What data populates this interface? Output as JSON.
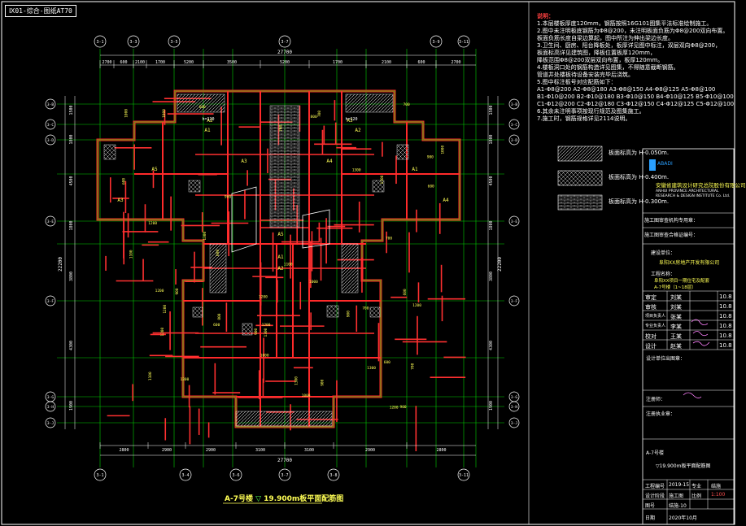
{
  "tag": "Ⅸ01-综合-图纸AT70",
  "notes": {
    "heading": "说明：",
    "lines": [
      "1.本层楼板厚度120mm，钢筋按照16G101图集平法标准绘制施工。",
      "2.图中未注明板底钢筋为Φ8@200，未注明板面负筋为Φ8@200双向布置。",
      "  板面负筋长度自梁边算起，图中所注为伸出梁边长度。",
      "3.卫生间、厨房、阳台降板处，板厚详见图中标注，双层双向Φ8@200，",
      "  板面标高详见建筑图，降板位置板厚120mm，",
      "  降板范围Φ8@200双层双向布置，板厚120mm。",
      "4.楼板洞口处的钢筋构造详见图集，不得随意截断钢筋。",
      "  管道井处楼板待设备安装完毕后浇筑。",
      "5.图中标注板号对应配筋如下：",
      "  A1-Φ8@200 A2-Φ8@180 A3-Φ8@150 A4-Φ8@125 A5-Φ8@100",
      "  B1-Φ10@200 B2-Φ10@180 B3-Φ10@150 B4-Φ10@125 B5-Φ10@100",
      "  C1-Φ12@200 C2-Φ12@180 C3-Φ12@150 C4-Φ12@125 C5-Φ12@100",
      "6.其余未注明事项按现行规范及图集施工。",
      "7.施工时，钢筋规格详见2114说明。"
    ]
  },
  "legend": [
    {
      "label": "板面标高为 H-0.050m."
    },
    {
      "label": "板面标高为 H-0.400m."
    },
    {
      "label": "板面标高为 H-0.300m."
    }
  ],
  "titleblock": {
    "company_cn": "安徽省建筑设计研究总院股份有限公司",
    "company_en1": "ANHUI PROVINCE ARCHITECTURAL",
    "company_en2": "RESEARCH & DESIGN INSTITUTE Co. Ltd.",
    "logo_text": "ABADI",
    "row1": "施工图审查机构专用章：",
    "row2": "施工图审查合格证编号：",
    "client_label": "建设单位：",
    "client": "阜阳XX房地产开发有限公司",
    "project_label": "工程名称：",
    "project": "阜阳XX项目一期住宅及配套",
    "project2": "A-7号楼（1~18层）",
    "roles": [
      {
        "role": "审定",
        "name": "刘某",
        "date": "10.8"
      },
      {
        "role": "审核",
        "name": "刘某",
        "date": "10.8"
      },
      {
        "role": "项目负责人",
        "name": "张某",
        "date": "10.8"
      },
      {
        "role": "专业负责人",
        "name": "李某",
        "date": "10.8"
      },
      {
        "role": "校对",
        "name": "王某",
        "date": "10.8"
      },
      {
        "role": "设计",
        "name": "赵某",
        "date": "10.8"
      }
    ],
    "seal_label": "设计单位出图章：",
    "reg_label": "注册师：",
    "remark_label": "注册执业章：",
    "drawing_title_a": "A-7号楼",
    "drawing_title_b": "▽19.900m板平面配筋图",
    "project_no_label": "工程编号",
    "project_no": "2019-15",
    "major_label": "专业",
    "major": "结施",
    "phase_label": "设计阶段",
    "phase": "施工图",
    "scale_label": "比例",
    "scale": "1:100",
    "sheet_label": "图号",
    "sheet": "结施-10",
    "date_label": "日期",
    "date": "2020年10月"
  },
  "caption": {
    "building": "A-7号楼",
    "elev": "▽",
    "title": "19.900m板平面配筋图"
  },
  "grid": {
    "top_dims": [
      "2700",
      "600",
      "2100",
      "1700",
      "5200",
      "3500",
      "5200",
      "1700",
      "2100",
      "600",
      "2700"
    ],
    "top_total": "27700",
    "bottom_dims": [
      "2800",
      "2900",
      "2900",
      "3100",
      "3100",
      "2900",
      "2800"
    ],
    "bottom_total": "27700",
    "left_dims": [
      "1500",
      "1800",
      "4500",
      "1800",
      "3800",
      "4300",
      "1900"
    ],
    "left_total": "22200",
    "right_total": "22200",
    "top_axes": [
      "3-1",
      "3-3",
      "3-5",
      "3-7",
      "3-9",
      "3-11"
    ],
    "bottom_axes": [
      "3-1",
      "3-4",
      "3-6",
      "3-7",
      "3-8",
      "3-11"
    ],
    "left_axes": [
      "3-B",
      "3-C",
      "3-D",
      "3-E",
      "3-F",
      "3-G",
      "3-H",
      "3-J"
    ],
    "slab_labels": [
      "A1",
      "A2",
      "A3",
      "A4",
      "A5",
      "h=120"
    ],
    "bar_numbers": [
      "1300",
      "1200",
      "900",
      "800",
      "700",
      "600",
      "1000",
      "1100"
    ]
  },
  "colors": {
    "wall": "#ff2a2a",
    "rebar": "#ff3030",
    "grid": "#00d000",
    "dim": "#ffffff",
    "hatch": "#bbbbbb",
    "slab_text": "#ffff55",
    "border": "#ffffff"
  }
}
